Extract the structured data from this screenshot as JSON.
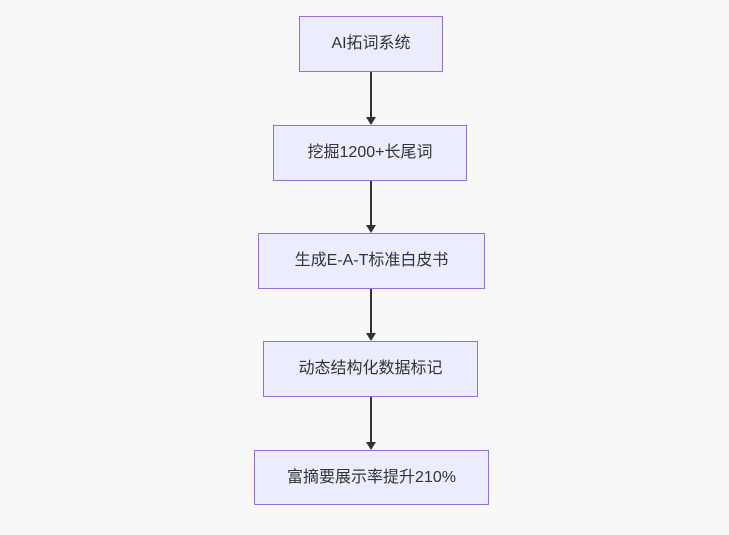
{
  "flowchart": {
    "type": "flowchart",
    "direction": "top-down",
    "nodes": [
      {
        "id": "A",
        "label": "AI拓词系统"
      },
      {
        "id": "B",
        "label": "挖掘1200+长尾词"
      },
      {
        "id": "C",
        "label": "生成E-A-T标准白皮书"
      },
      {
        "id": "D",
        "label": "动态结构化数据标记"
      },
      {
        "id": "E",
        "label": "富摘要展示率提升210%"
      }
    ],
    "edges": [
      {
        "from": "A",
        "to": "B"
      },
      {
        "from": "B",
        "to": "C"
      },
      {
        "from": "C",
        "to": "D"
      },
      {
        "from": "D",
        "to": "E"
      }
    ],
    "colors": {
      "background": "#f8f8f8",
      "node_fill": "#ECECFF",
      "node_border": "#9370DB",
      "text": "#333333",
      "arrow": "#333333"
    }
  }
}
